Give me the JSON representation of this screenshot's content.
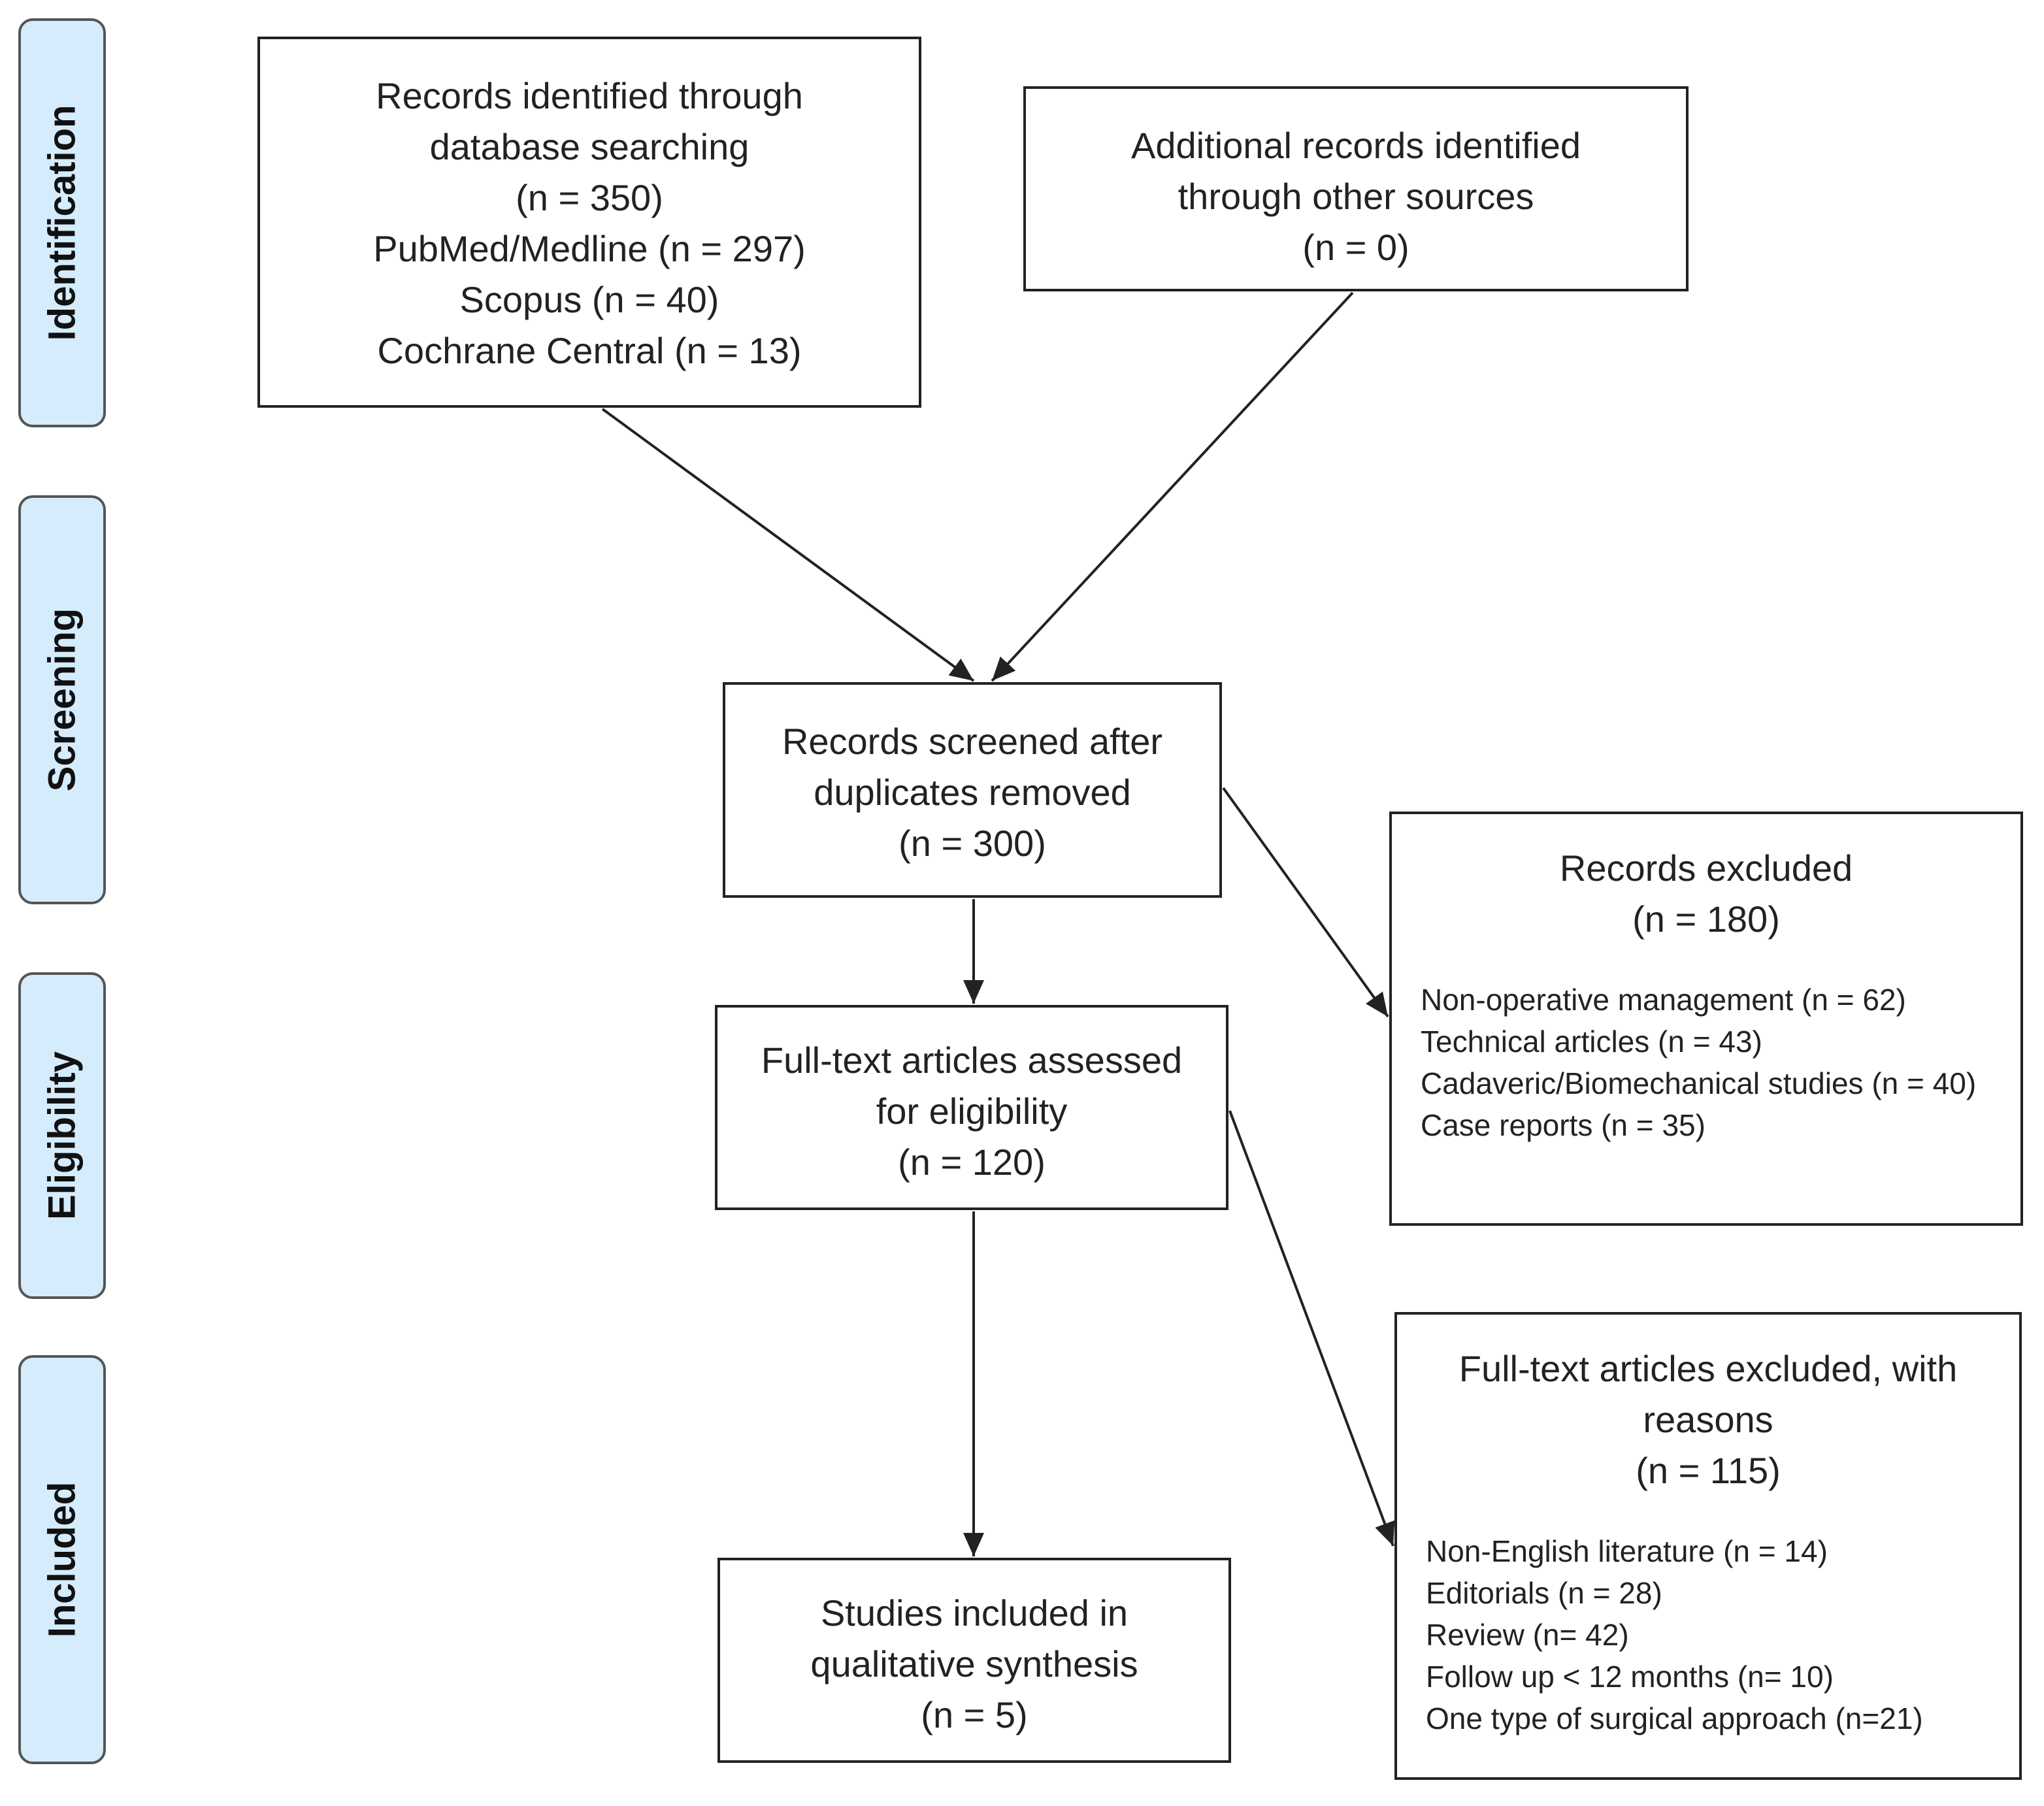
{
  "phases": {
    "identification": "Identification",
    "screening": "Screening",
    "eligibility": "Eligibility",
    "included": "Included"
  },
  "boxes": {
    "database": {
      "lines": [
        "Records identified through",
        "database searching",
        "(n = 350)",
        "PubMed/Medline (n = 297)",
        "Scopus (n = 40)",
        "Cochrane Central (n = 13)"
      ]
    },
    "other_sources": {
      "lines": [
        "Additional records identified",
        "through other sources",
        "(n = 0)"
      ]
    },
    "screened": {
      "lines": [
        "Records screened after",
        "duplicates removed",
        "(n = 300)"
      ]
    },
    "records_excluded": {
      "title": "Records excluded",
      "count": "(n = 180)",
      "reasons": [
        "Non-operative management (n = 62)",
        "Technical articles (n = 43)",
        "Cadaveric/Biomechanical studies (n = 40)",
        "Case reports (n = 35)"
      ]
    },
    "full_text": {
      "lines": [
        "Full-text articles assessed",
        "for eligibility",
        "(n = 120)"
      ]
    },
    "fulltext_excluded": {
      "title_lines": [
        "Full-text articles excluded, with",
        "reasons"
      ],
      "count": "(n = 115)",
      "reasons": [
        "Non-English literature (n = 14)",
        "Editorials (n = 28)",
        "Review (n= 42)",
        "Follow up < 12 months (n= 10)",
        "One type of surgical approach (n=21)"
      ]
    },
    "included": {
      "lines": [
        "Studies included in",
        "qualitative synthesis",
        "(n = 5)"
      ]
    }
  }
}
